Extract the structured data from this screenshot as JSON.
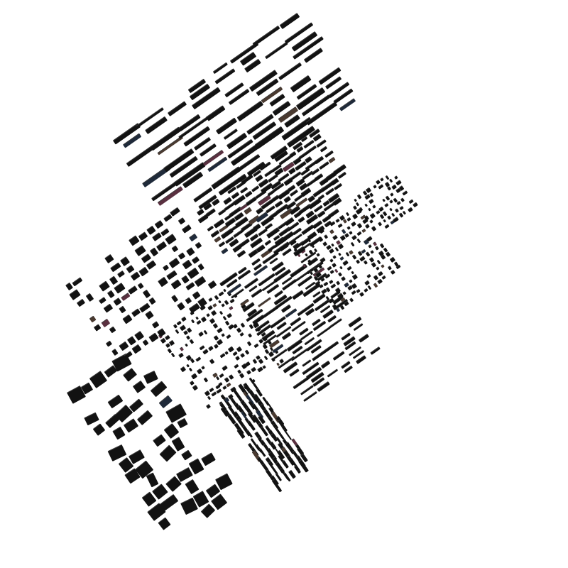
{
  "artwork": {
    "subject": "fragmented-city-skyline",
    "style": "pixel-fragment glass facades",
    "background_color": "#ffffff",
    "facade_color": "#121212",
    "highlight_color": "#3b3b3b",
    "tint_colors": [
      "#1f2a3a",
      "#4a3a30",
      "#5a3040"
    ],
    "buildings": [
      {
        "name": "checkered-tower",
        "pattern": "checker",
        "density": 0.55
      },
      {
        "name": "slatted-tower",
        "pattern": "slats",
        "density": 0.8
      },
      {
        "name": "dotted-midrise",
        "pattern": "dots",
        "density": 0.55
      },
      {
        "name": "striped-highrise",
        "pattern": "stripes",
        "density": 0.75
      },
      {
        "name": "lower-blocks",
        "pattern": "blocks",
        "density": 0.6
      },
      {
        "name": "right-dotted-tower",
        "pattern": "dots",
        "density": 0.7
      },
      {
        "name": "far-right-cluster",
        "pattern": "dots",
        "density": 0.7
      },
      {
        "name": "curved-dome-building",
        "pattern": "arc-stripes",
        "density": 0.85
      },
      {
        "name": "foreground-slabs",
        "pattern": "long-slabs",
        "density": 0.7
      }
    ]
  }
}
